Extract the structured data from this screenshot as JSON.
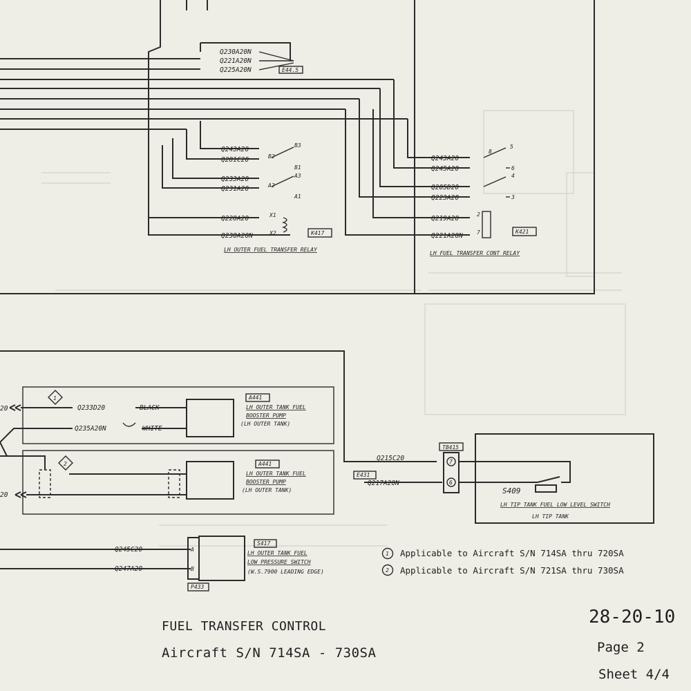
{
  "upper_section": {
    "wires_group1": [
      "Q230A20N",
      "Q221A20N",
      "Q225A20N"
    ],
    "ground_ref": "E44.5",
    "relay_k417": {
      "id": "K417",
      "title": "LH OUTER FUEL TRANSFER RELAY",
      "wires": [
        "Q243A20",
        "Q281C20",
        "Q233A20",
        "Q231A20",
        "Q228A20",
        "Q230A20N"
      ],
      "pins": [
        "B3",
        "B2",
        "B1",
        "A3",
        "A2",
        "A1",
        "X1",
        "X2"
      ]
    },
    "relay_k421": {
      "id": "K421",
      "title": "LH FUEL TRANSFER CONT RELAY",
      "wires": [
        "Q243A20",
        "Q245A20",
        "Q205D20",
        "Q223A20",
        "Q219A20",
        "Q221A20N"
      ],
      "pins": [
        "8",
        "5",
        "6",
        "4",
        "3",
        "2",
        "7"
      ]
    }
  },
  "lower_section": {
    "note_markers": [
      "1",
      "2"
    ],
    "pump_a441_1": {
      "id": "A441",
      "name_line1": "LH OUTER TANK FUEL",
      "name_line2": "BOOSTER PUMP",
      "location": "(LH OUTER TANK)",
      "wires": [
        "Q233D20",
        "Q235A20N"
      ],
      "wire_colors": [
        "BLACK",
        "WHITE"
      ]
    },
    "pump_a441_2": {
      "id": "A441",
      "name_line1": "LH OUTER TANK FUEL",
      "name_line2": "BOOSTER PUMP",
      "location": "(LH OUTER TANK)"
    },
    "edge_fragments": [
      "20",
      "20"
    ],
    "terminal_tb415": {
      "id": "TB415",
      "wires": [
        "Q215C20",
        "Q217A20N"
      ],
      "ground_ref": "E431",
      "terminals": [
        "7",
        "6"
      ]
    },
    "switch_s409": {
      "id": "S409",
      "name": "LH TIP TANK FUEL LOW LEVEL SWITCH",
      "location": "LH TIP TANK"
    },
    "switch_s417": {
      "id": "S417",
      "name_line1": "LH OUTER TANK FUEL",
      "name_line2": "LOW PRESSURE SWITCH",
      "location": "(W.S.7900 LEADING EDGE)",
      "wires": [
        "Q245C20",
        "Q247A20"
      ],
      "pins": [
        "A",
        "B"
      ],
      "connector": "P433"
    }
  },
  "notes": [
    {
      "marker": "1",
      "text": "Applicable to Aircraft S/N 714SA thru 720SA"
    },
    {
      "marker": "2",
      "text": "Applicable to Aircraft S/N 721SA thru 730SA"
    }
  ],
  "title_block": {
    "title": "FUEL TRANSFER CONTROL",
    "subtitle": "Aircraft S/N 714SA - 730SA",
    "doc_number": "28-20-10",
    "page": "Page 2",
    "sheet": "Sheet 4/4"
  }
}
